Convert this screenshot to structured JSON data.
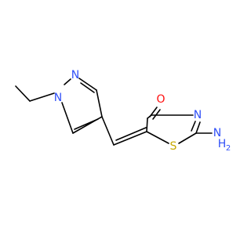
{
  "molecule": {
    "atom_labels": {
      "n1": "N",
      "n2": "N",
      "oxygen": "O",
      "n_ring": "N",
      "sulfur": "S",
      "amino_n": "N",
      "amino_h": "H",
      "amino_h_count": "2"
    },
    "colors": {
      "bond": "#000000",
      "nitrogen": "#3050F8",
      "oxygen": "#FF0D0D",
      "sulfur": "#C6A800"
    }
  }
}
